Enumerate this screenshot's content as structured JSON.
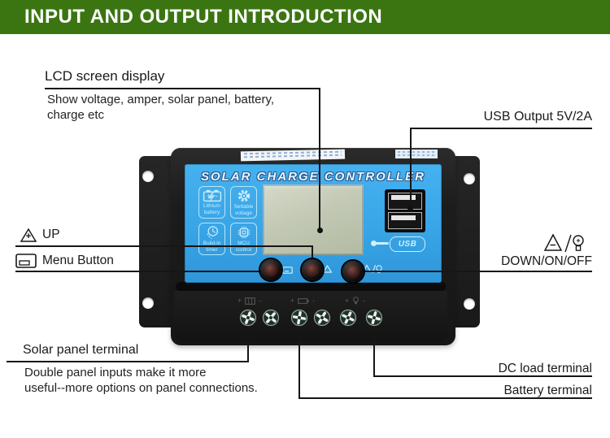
{
  "header": {
    "title": "INPUT AND OUTPUT INTRODUCTION",
    "bg_color": "#3b7512",
    "text_color": "#ffffff"
  },
  "annotations": {
    "lcd": {
      "title": "LCD screen display",
      "description": "Show voltage, amper, solar panel, battery,\ncharge etc"
    },
    "usb": {
      "label": "USB Output 5V/2A"
    },
    "up": {
      "label": "UP",
      "icon": "triangle-plus-icon"
    },
    "menu": {
      "label": "Menu Button",
      "icon": "menu-screen-icon"
    },
    "down": {
      "label": "DOWN/ON/OFF",
      "icon": "triangle-minus-and-bulb-icon"
    },
    "solar": {
      "title": "Solar panel terminal",
      "description": "Double panel inputs make it more\nuseful--more options on panel connections."
    },
    "dc_load": {
      "label": "DC load terminal"
    },
    "battery": {
      "label": "Battery terminal"
    }
  },
  "device": {
    "title": "SOLAR CHARGE CONTROLLER",
    "features": [
      {
        "label": "Lithium battery",
        "icon": "battery-icon"
      },
      {
        "label": "Settable voltage",
        "icon": "gear-icon"
      },
      {
        "label": "Build-in timer",
        "icon": "clock-icon"
      },
      {
        "label": "MCU control",
        "icon": "chip-icon"
      }
    ],
    "usb_logo_text": "USB",
    "button_icons": [
      "menu-icon",
      "up-triangle-icon",
      "down-triangle-bulb-icon"
    ],
    "terminal_polarity": [
      {
        "plus": "+",
        "minus": "-",
        "icon": "solar-panel-icon"
      },
      {
        "plus": "+",
        "minus": "-",
        "icon": "battery-terminal-icon"
      },
      {
        "plus": "+",
        "minus": "-",
        "icon": "lamp-icon"
      }
    ]
  },
  "colors": {
    "header_green": "#3b7512",
    "panel_blue": "#38a5e7",
    "lcd_green": "#c2c8b4",
    "body_black": "#1c1c1c",
    "badge_light_blue": "#c9ecfb",
    "callout_line": "#161616"
  }
}
